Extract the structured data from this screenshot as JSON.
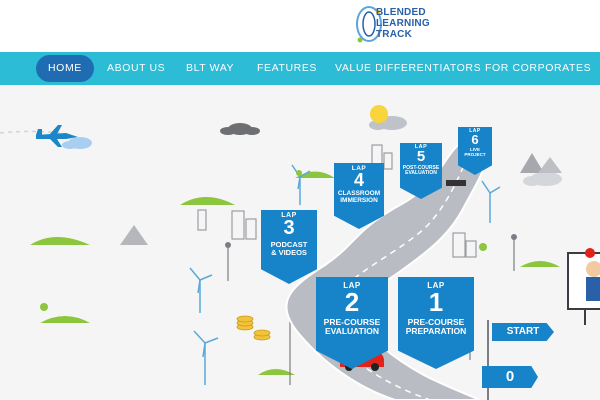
{
  "logo": {
    "line1": "BLENDED",
    "line2": "LEARNING",
    "line3": "TRACK"
  },
  "nav": {
    "items": [
      {
        "label": "HOME",
        "active": true
      },
      {
        "label": "ABOUT US"
      },
      {
        "label": "BLT WAY"
      },
      {
        "label": "FEATURES"
      },
      {
        "label": "VALUE DIFFERENTIATORS"
      },
      {
        "label": "FOR CORPORATES"
      }
    ]
  },
  "colors": {
    "navbar": "#2cbcd6",
    "active_nav": "#1f6cb3",
    "lap_blue": "#1784c9",
    "lap_light": "#34a8e6",
    "road": "#b9bcc3"
  },
  "laps": [
    {
      "word": "LAP",
      "number": "1",
      "desc1": "PRE-COURSE",
      "desc2": "PREPARATION"
    },
    {
      "word": "LAP",
      "number": "2",
      "desc1": "PRE-COURSE",
      "desc2": "EVALUATION"
    },
    {
      "word": "LAP",
      "number": "3",
      "desc1": "PODCAST",
      "desc2": "& VIDEOS"
    },
    {
      "word": "LAP",
      "number": "4",
      "desc1": "CLASSROOM",
      "desc2": "IMMERSION"
    },
    {
      "word": "LAP",
      "number": "5",
      "desc1": "POST-COURSE",
      "desc2": "EVALUATION"
    },
    {
      "word": "LAP",
      "number": "6",
      "desc1": "LIVE",
      "desc2": "PROJECT"
    }
  ],
  "signs": {
    "start": "START",
    "zero": "0"
  }
}
